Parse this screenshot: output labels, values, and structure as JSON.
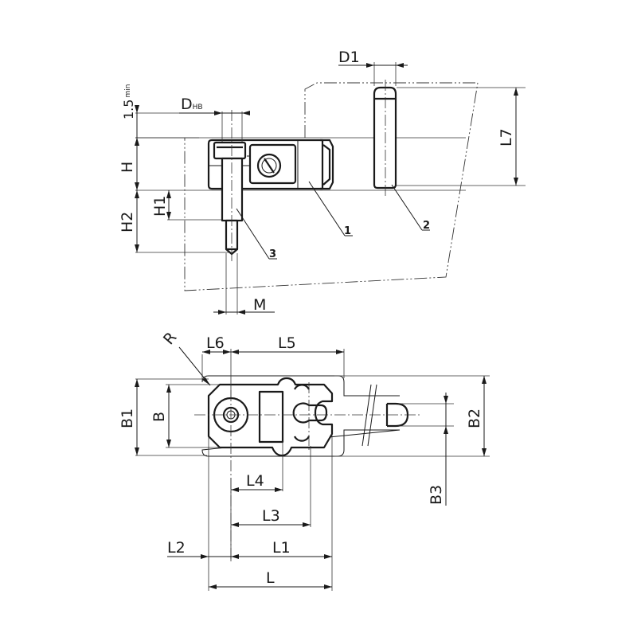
{
  "dimensions": {
    "D1": "D1",
    "D_main": "D",
    "D_sub": "HB",
    "min_value": "1.5",
    "min_sub": "min",
    "H": "H",
    "H1": "H1",
    "H2": "H2",
    "L7": "L7",
    "M": "M",
    "R": "R",
    "L6": "L6",
    "L5": "L5",
    "B1": "B1",
    "B": "B",
    "B2": "B2",
    "B3": "B3",
    "L4": "L4",
    "L3": "L3",
    "L2": "L2",
    "L1": "L1",
    "L": "L"
  },
  "callouts": {
    "c1": "1",
    "c2": "2",
    "c3": "3"
  }
}
